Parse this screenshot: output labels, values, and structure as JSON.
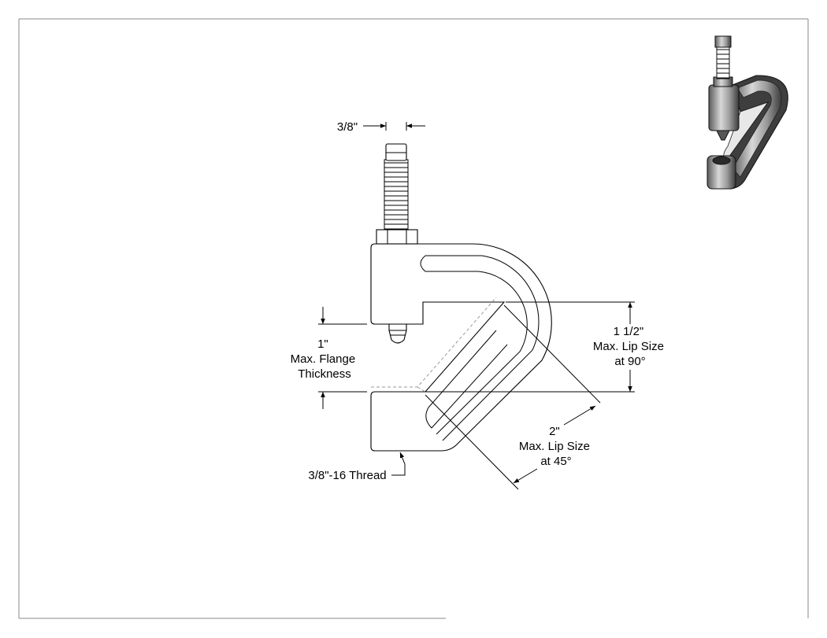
{
  "dimensions": {
    "rod_diameter": {
      "label": "3/8\""
    },
    "flange": {
      "lines": [
        "1\"",
        "Max. Flange",
        "Thickness"
      ]
    },
    "lip_90": {
      "lines": [
        "1 1/2\"",
        "Max. Lip Size",
        "at 90°"
      ]
    },
    "lip_45": {
      "lines": [
        "2\"",
        "Max. Lip Size",
        "at 45°"
      ]
    },
    "thread": {
      "label": "3/8\"-16 Thread"
    }
  },
  "colors": {
    "line": "#000000",
    "border": "#8a8a8a",
    "hidden": "#9a9a9a"
  }
}
